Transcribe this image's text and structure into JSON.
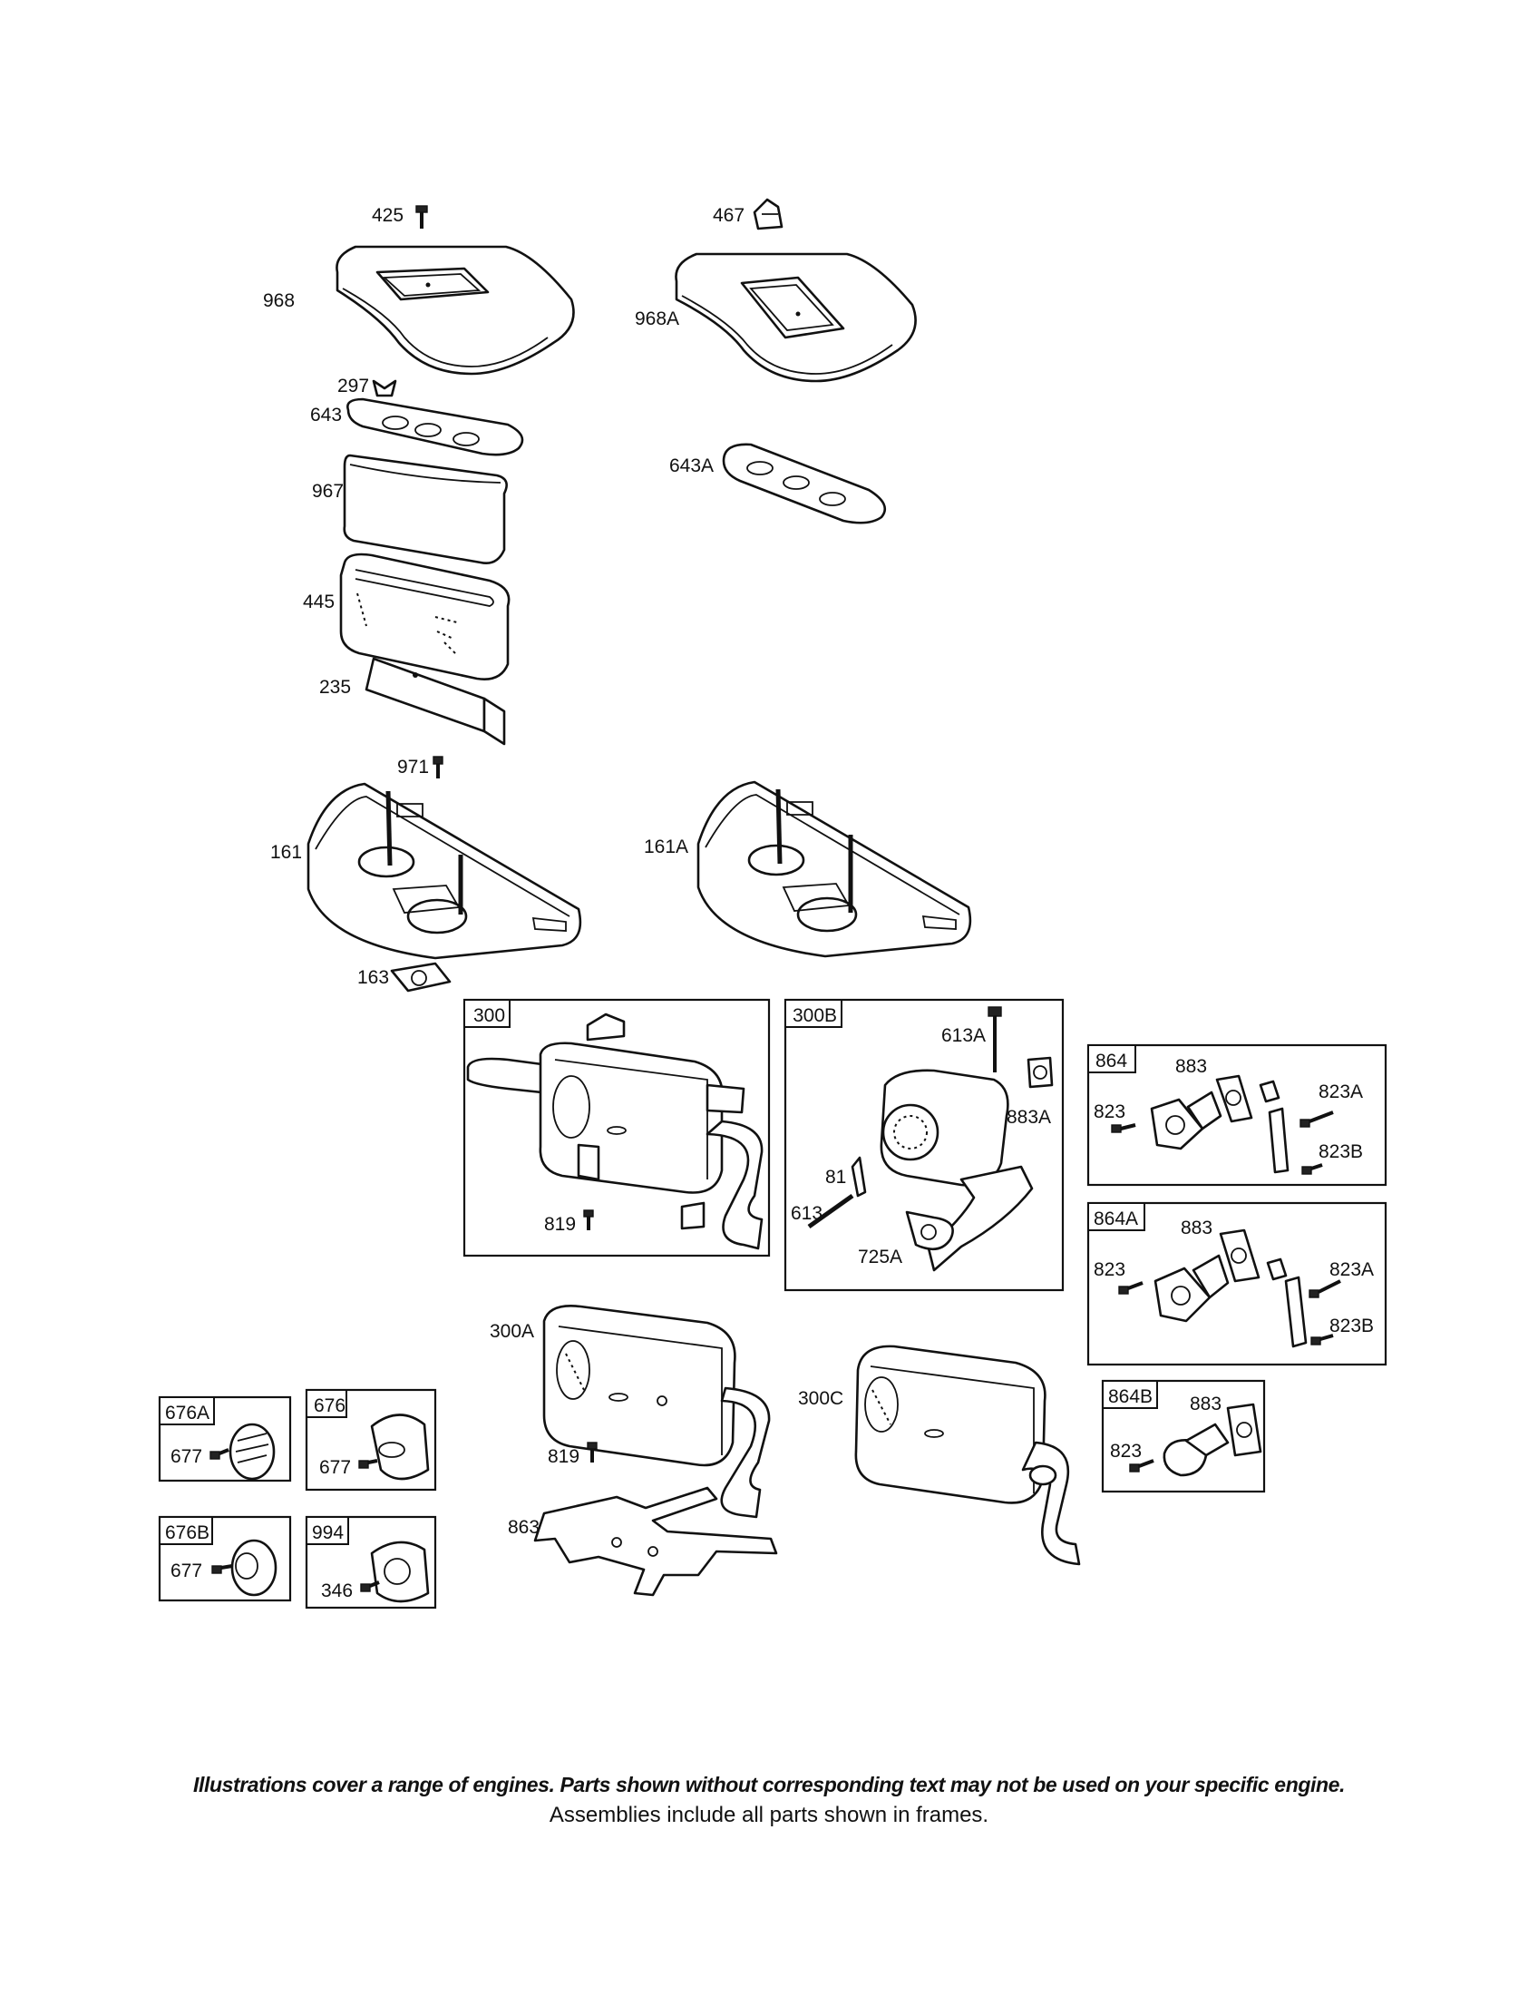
{
  "labels": {
    "p425": "425",
    "p467": "467",
    "p968": "968",
    "p968A": "968A",
    "p297": "297",
    "p643": "643",
    "p643A": "643A",
    "p967": "967",
    "p445": "445",
    "p235": "235",
    "p971": "971",
    "p161": "161",
    "p161A": "161A",
    "p163": "163",
    "p819a": "819",
    "p613A": "613A",
    "p883A": "883A",
    "p81": "81",
    "p613": "613",
    "p725A": "725A",
    "p300A": "300A",
    "p819b": "819",
    "p863": "863",
    "p300C": "300C",
    "p677a": "677",
    "p677b": "677",
    "p677c": "677",
    "p346": "346",
    "p823a": "823",
    "p883a": "883",
    "p823Aa": "823A",
    "p823Ba": "823B",
    "p823b": "823",
    "p883b": "883",
    "p823Ab": "823A",
    "p823Bb": "823B",
    "p823c": "823",
    "p883c": "883"
  },
  "frames": {
    "f300": "300",
    "f300B": "300B",
    "f864": "864",
    "f864A": "864A",
    "f864B": "864B",
    "f676A": "676A",
    "f676": "676",
    "f676B": "676B",
    "f994": "994"
  },
  "footnote": {
    "bold": "Illustrations cover a range of engines. Parts shown without corresponding text may not be used on your specific engine.",
    "normal": "Assemblies include all parts shown in frames."
  }
}
